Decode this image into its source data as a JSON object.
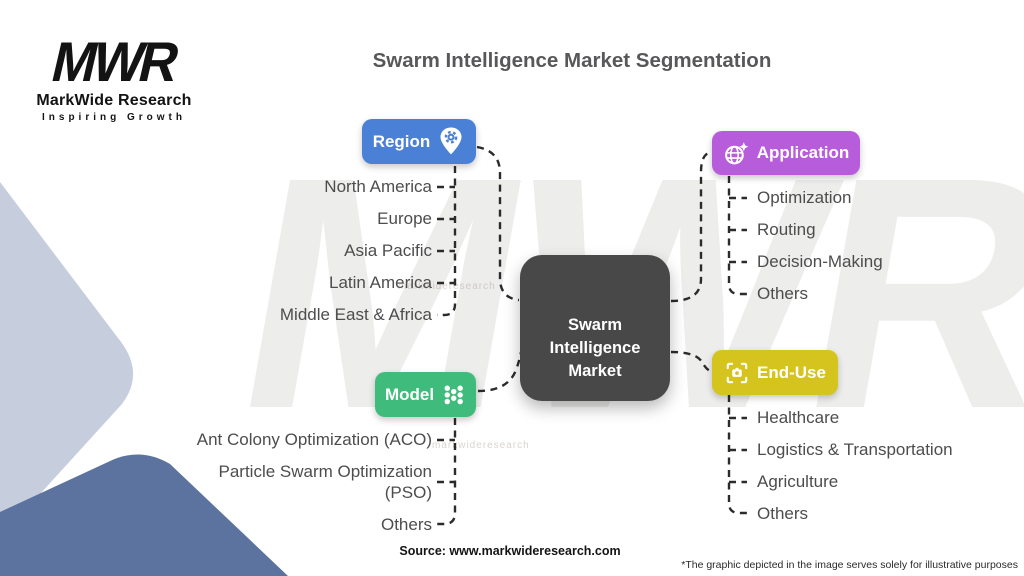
{
  "logo": {
    "mark": "MWR",
    "name": "MarkWide Research",
    "tagline": "Inspiring Growth"
  },
  "title": "Swarm Intelligence Market Segmentation",
  "center_node": {
    "label": "Swarm Intelligence Market",
    "color": "#484848"
  },
  "branches": {
    "region": {
      "label": "Region",
      "color": "#4a80d6",
      "icon": "location-pin-gear-icon",
      "items": [
        "North America",
        "Europe",
        "Asia Pacific",
        "Latin America",
        "Middle East & Africa"
      ]
    },
    "application": {
      "label": "Application",
      "color": "#b75cda",
      "icon": "globe-sparkle-icon",
      "items": [
        "Optimization",
        "Routing",
        "Decision-Making",
        "Others"
      ]
    },
    "model": {
      "label": "Model",
      "color": "#3fbc7c",
      "icon": "swarm-dots-icon",
      "items": [
        "Ant Colony Optimization (ACO)",
        "Particle Swarm Optimization (PSO)",
        "Others"
      ]
    },
    "end_use": {
      "label": "End-Use",
      "color": "#d5c31e",
      "icon": "frame-scan-camera-icon",
      "items": [
        "Healthcare",
        "Logistics & Transportation",
        "Agriculture",
        "Others"
      ]
    }
  },
  "footer": {
    "source": "Source: www.markwideresearch.com",
    "disclaimer": "*The graphic depicted in the image serves solely for illustrative purposes"
  },
  "watermark": {
    "mark": "MWR",
    "text": "markwideresearch"
  },
  "decor_colors": {
    "light_corner": "#c6cedd",
    "dark_corner": "#5b739e",
    "red_corner": "#c41218"
  }
}
